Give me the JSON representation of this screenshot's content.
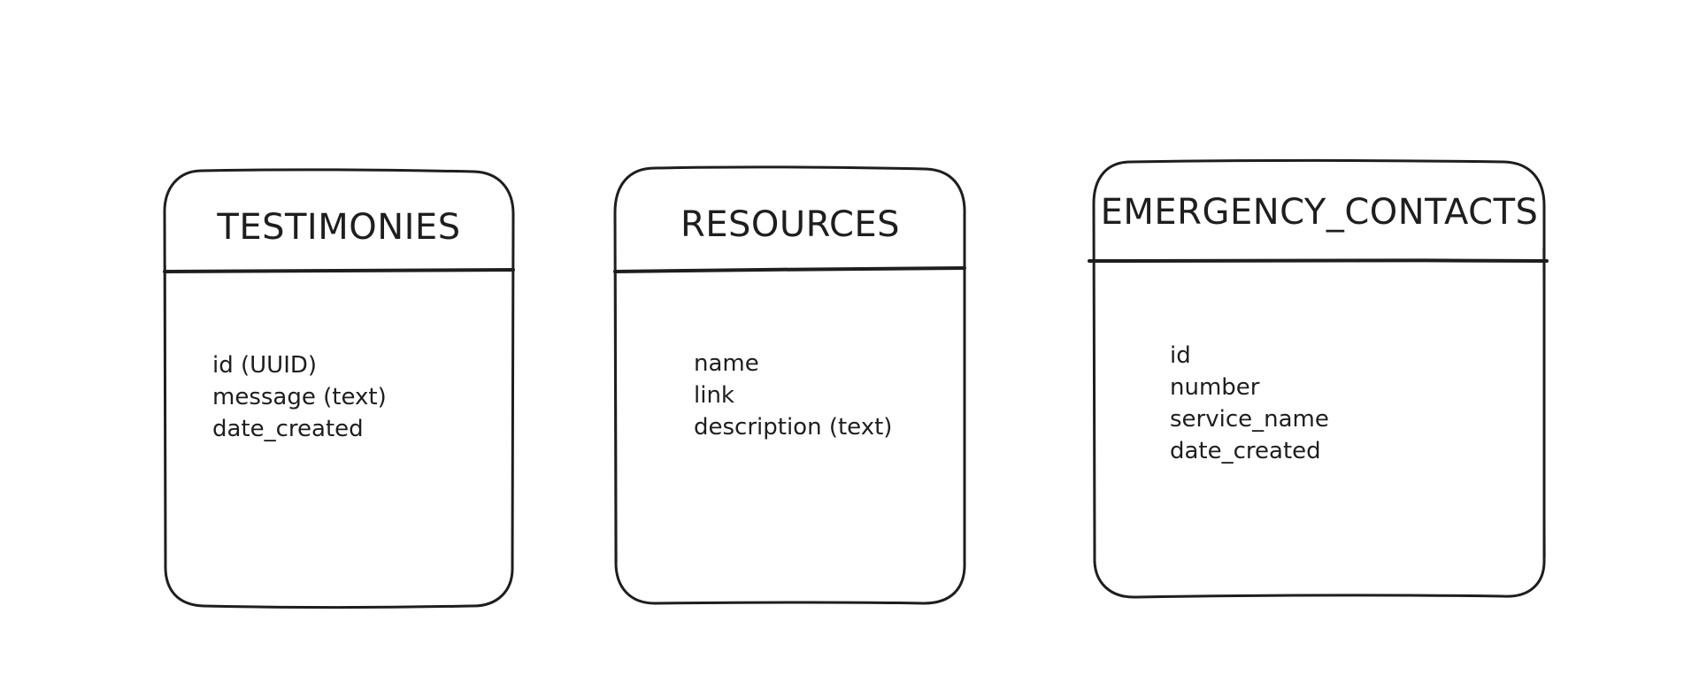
{
  "entities": [
    {
      "title": "TESTIMONIES",
      "fields": [
        "id (UUID)",
        "message (text)",
        "date_created"
      ]
    },
    {
      "title": "RESOURCES",
      "fields": [
        "name",
        "link",
        "description (text)"
      ]
    },
    {
      "title": "EMERGENCY_CONTACTS",
      "fields": [
        "id",
        "number",
        "service_name",
        "date_created"
      ]
    }
  ],
  "colors": {
    "stroke": "#1e1e1e",
    "background": "#ffffff"
  }
}
